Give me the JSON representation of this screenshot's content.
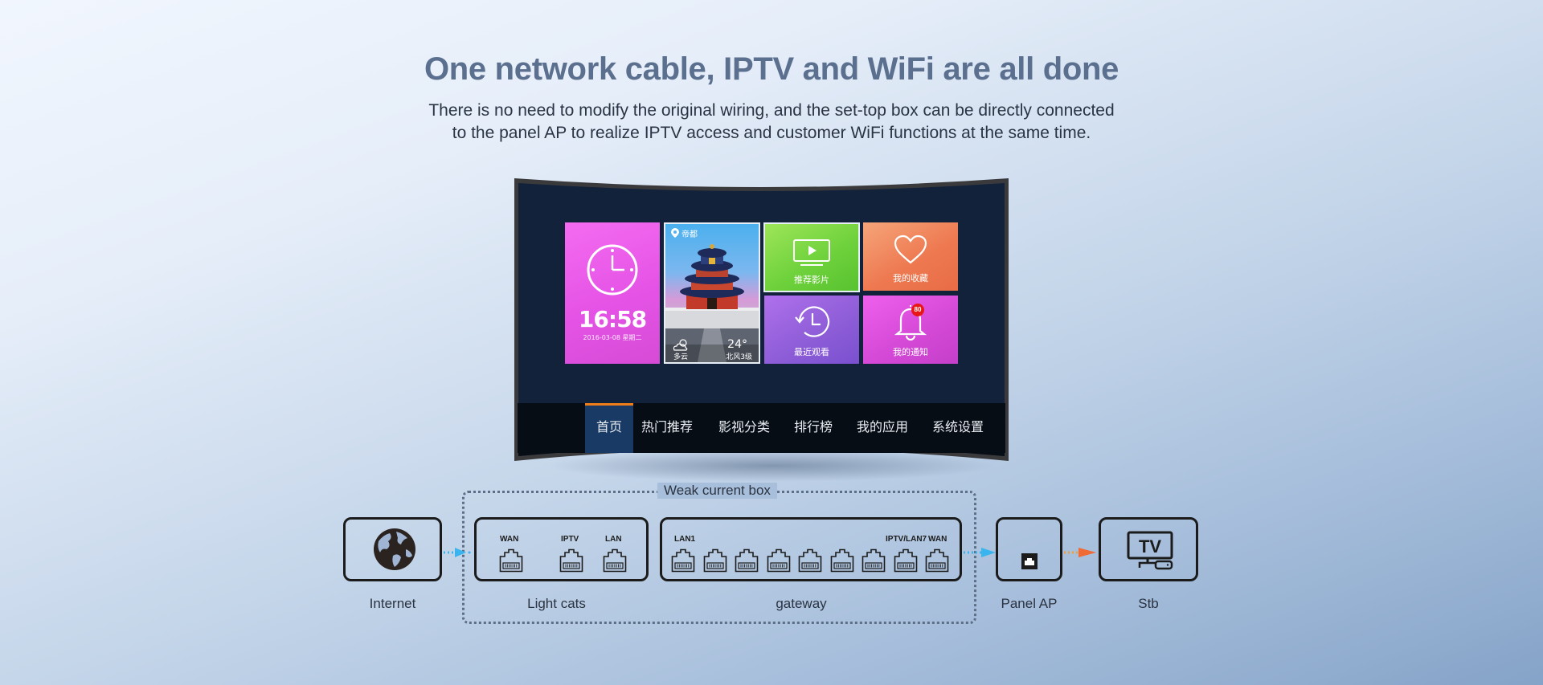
{
  "header": {
    "title": "One network cable, IPTV and WiFi are all done",
    "subtitle_line1": "There is no need to modify the original wiring, and the set-top box can be directly connected",
    "subtitle_line2": "to the panel AP to realize IPTV access and customer WiFi functions at the same time."
  },
  "tv_screen": {
    "clock_tile": {
      "icon": "clock-icon",
      "time": "16:58",
      "date": "2016-03-08   星期二"
    },
    "weather_tile": {
      "location": "帝都",
      "location_icon": "location-pin-icon",
      "condition": "多云",
      "condition_icon": "partly-cloudy-icon",
      "temperature": "24°",
      "wind": "北风3级"
    },
    "app_tiles": [
      {
        "label": "推荐影片",
        "icon": "tv-play-icon",
        "color": "#6fd23c"
      },
      {
        "label": "我的收藏",
        "icon": "heart-icon",
        "color": "#ee7a52"
      },
      {
        "label": "最近观看",
        "icon": "history-icon",
        "color": "#8f5ed8"
      },
      {
        "label": "我的通知",
        "icon": "bell-icon",
        "color": "#d64ad8",
        "badge": "80"
      }
    ],
    "nav_tabs": [
      {
        "label": "首页",
        "active": true
      },
      {
        "label": "热门推荐",
        "active": false
      },
      {
        "label": "影视分类",
        "active": false
      },
      {
        "label": "排行榜",
        "active": false
      },
      {
        "label": "我的应用",
        "active": false
      },
      {
        "label": "系统设置",
        "active": false
      }
    ],
    "active_tab_accent": "#ef7d1a"
  },
  "diagram": {
    "group_label": "Weak current box",
    "nodes": [
      {
        "label": "Internet",
        "icon": "globe-icon"
      },
      {
        "label": "Light cats",
        "ports": [
          "WAN",
          "IPTV",
          "LAN"
        ]
      },
      {
        "label": "gateway",
        "port_count": 9,
        "port_labels": [
          "LAN1",
          "IPTV/LAN7",
          "WAN"
        ]
      },
      {
        "label": "Panel AP",
        "icon": "ethernet-port-icon"
      },
      {
        "label": "Stb",
        "icon": "tv-set-top-box-icon",
        "tv_text": "TV"
      }
    ],
    "arrow_colors": {
      "data": "#3ab4ef",
      "iptv": "#f06a35"
    }
  }
}
